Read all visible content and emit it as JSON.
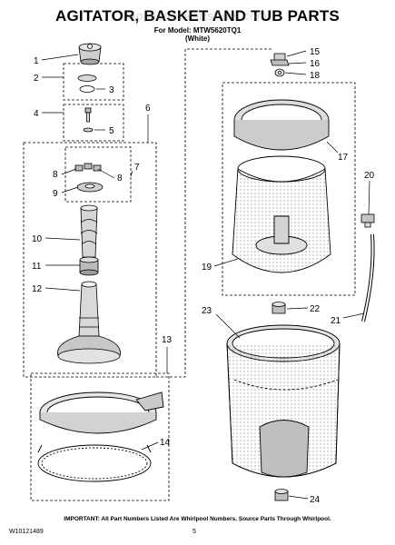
{
  "header": {
    "title": "AGITATOR, BASKET AND TUB PARTS",
    "model_line": "For Model: MTW5620TQ1",
    "color_line": "(White)",
    "watermark": "AppliancePartsPros.com"
  },
  "callouts": [
    "1",
    "2",
    "3",
    "4",
    "5",
    "6",
    "7",
    "8",
    "8",
    "9",
    "10",
    "11",
    "12",
    "13",
    "14",
    "15",
    "16",
    "17",
    "18",
    "19",
    "20",
    "21",
    "22",
    "23",
    "24"
  ],
  "footer": {
    "note": "IMPORTANT: All Part Numbers Listed Are Whirlpool Numbers. Source Parts Through Whirlpool.",
    "doc_number": "W10121489",
    "page_number": "5"
  }
}
